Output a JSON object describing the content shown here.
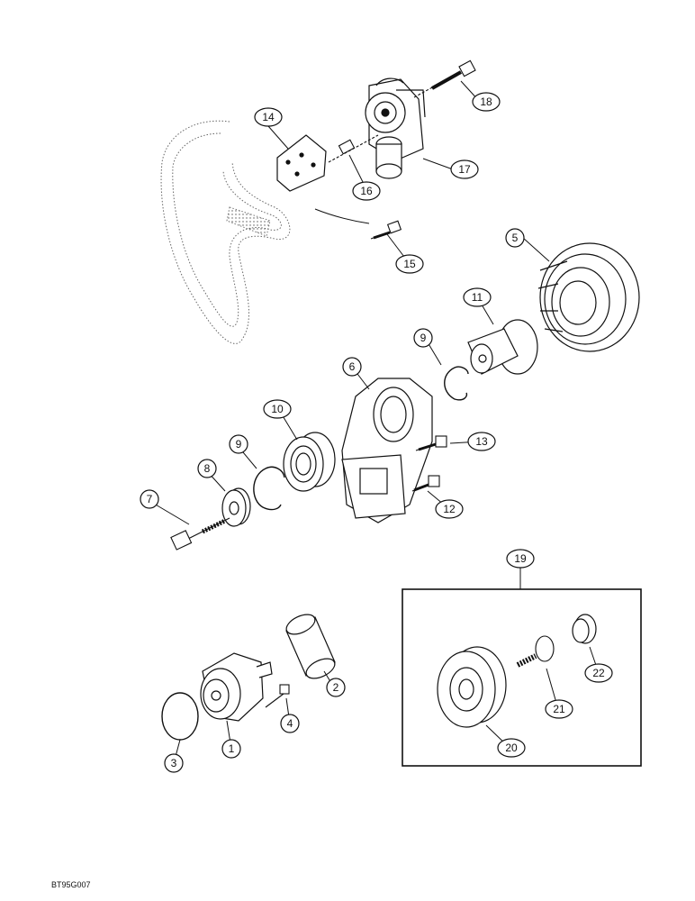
{
  "diagram": {
    "callouts": {
      "c1": "1",
      "c2": "2",
      "c3": "3",
      "c4": "4",
      "c5": "5",
      "c6": "6",
      "c7": "7",
      "c8": "8",
      "c9a": "9",
      "c9b": "9",
      "c10": "10",
      "c11": "11",
      "c12": "12",
      "c13": "13",
      "c14": "14",
      "c15": "15",
      "c16": "16",
      "c17": "17",
      "c18": "18",
      "c19": "19",
      "c20": "20",
      "c21": "21",
      "c22": "22"
    },
    "figure_code": "BT95G007"
  }
}
